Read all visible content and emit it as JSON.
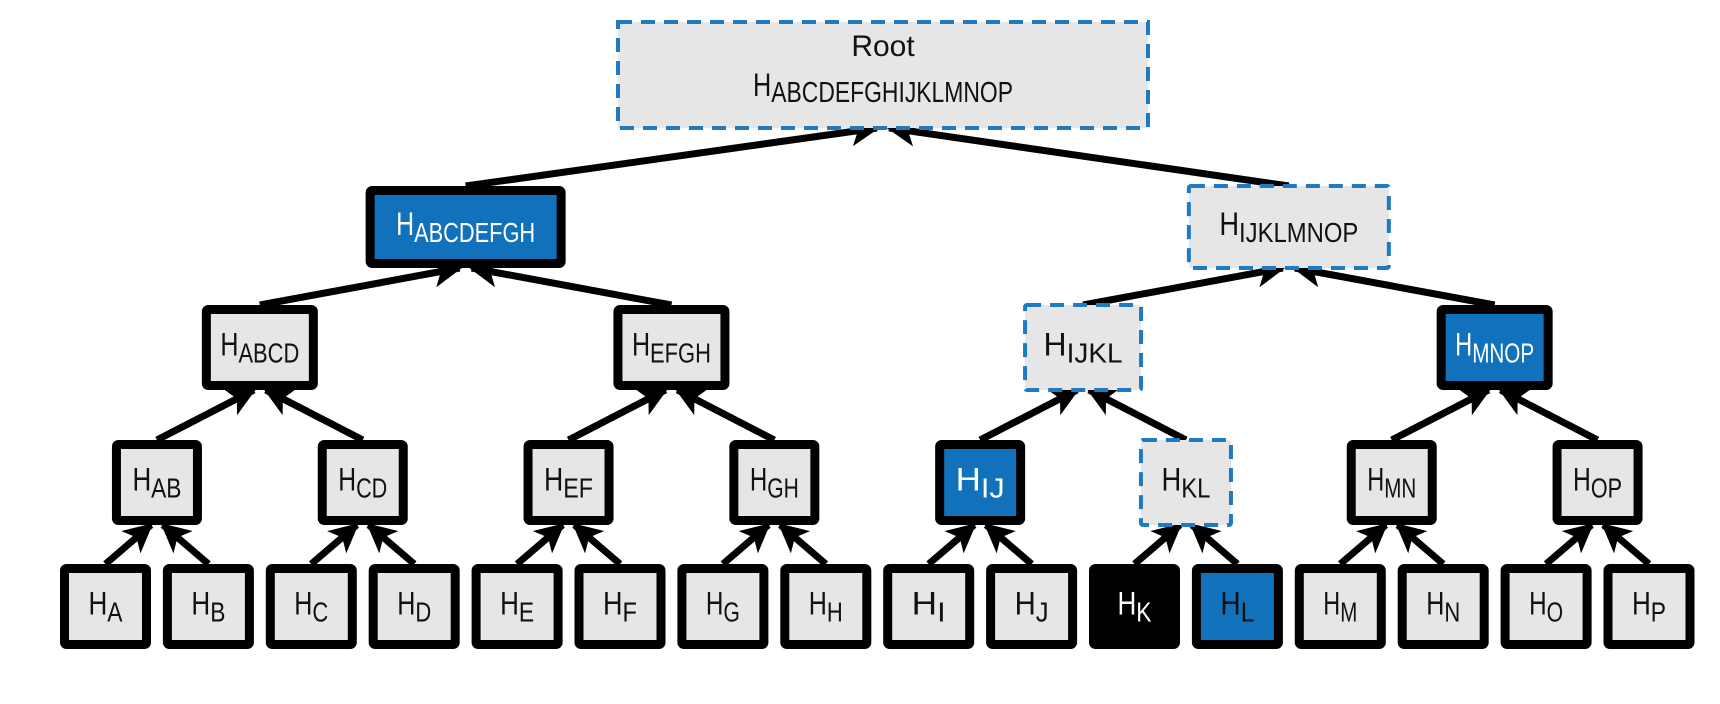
{
  "title": "Merkle tree proof path",
  "colors": {
    "fill_default": "#e6e6e6",
    "fill_highlight": "#1171ba",
    "fill_target": "#000000",
    "stroke": "#000000",
    "dashed_stroke": "#1f7bc1",
    "text_dark": "#111111",
    "text_light": "#ffffff"
  },
  "root": {
    "line1": "Root",
    "prefix": "H",
    "sub": "ABCDEFGHIJKLMNOP",
    "style": "dashed"
  },
  "levels": [
    [
      {
        "prefix": "H",
        "sub": "A",
        "style": "normal"
      },
      {
        "prefix": "H",
        "sub": "B",
        "style": "normal"
      },
      {
        "prefix": "H",
        "sub": "C",
        "style": "normal"
      },
      {
        "prefix": "H",
        "sub": "D",
        "style": "normal"
      },
      {
        "prefix": "H",
        "sub": "E",
        "style": "normal"
      },
      {
        "prefix": "H",
        "sub": "F",
        "style": "normal"
      },
      {
        "prefix": "H",
        "sub": "G",
        "style": "normal"
      },
      {
        "prefix": "H",
        "sub": "H",
        "style": "normal"
      },
      {
        "prefix": "H",
        "sub": "I",
        "style": "normal"
      },
      {
        "prefix": "H",
        "sub": "J",
        "style": "normal"
      },
      {
        "prefix": "H",
        "sub": "K",
        "style": "target"
      },
      {
        "prefix": "H",
        "sub": "L",
        "style": "highlight-darktext"
      },
      {
        "prefix": "H",
        "sub": "M",
        "style": "normal"
      },
      {
        "prefix": "H",
        "sub": "N",
        "style": "normal"
      },
      {
        "prefix": "H",
        "sub": "O",
        "style": "normal"
      },
      {
        "prefix": "H",
        "sub": "P",
        "style": "normal"
      }
    ],
    [
      {
        "prefix": "H",
        "sub": "AB",
        "style": "normal"
      },
      {
        "prefix": "H",
        "sub": "CD",
        "style": "normal"
      },
      {
        "prefix": "H",
        "sub": "EF",
        "style": "normal"
      },
      {
        "prefix": "H",
        "sub": "GH",
        "style": "normal"
      },
      {
        "prefix": "H",
        "sub": "IJ",
        "style": "highlight"
      },
      {
        "prefix": "H",
        "sub": "KL",
        "style": "dashed"
      },
      {
        "prefix": "H",
        "sub": "MN",
        "style": "normal"
      },
      {
        "prefix": "H",
        "sub": "OP",
        "style": "normal"
      }
    ],
    [
      {
        "prefix": "H",
        "sub": "ABCD",
        "style": "normal"
      },
      {
        "prefix": "H",
        "sub": "EFGH",
        "style": "normal"
      },
      {
        "prefix": "H",
        "sub": "IJKL",
        "style": "dashed"
      },
      {
        "prefix": "H",
        "sub": "MNOP",
        "style": "highlight"
      }
    ],
    [
      {
        "prefix": "H",
        "sub": "ABCDEFGH",
        "style": "highlight"
      },
      {
        "prefix": "H",
        "sub": "IJKLMNOP",
        "style": "dashed"
      }
    ]
  ]
}
